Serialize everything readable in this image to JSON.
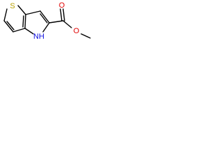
{
  "molecule": {
    "atoms": {
      "sulfur": "S",
      "nitrogen_h": "NH",
      "carbonyl_oxygen": "O",
      "ester_oxygen": "O"
    },
    "colors": {
      "bond": "#000000",
      "sulfur": "#b8a000",
      "nitrogen": "#1010e0",
      "oxygen": "#e00000"
    }
  }
}
